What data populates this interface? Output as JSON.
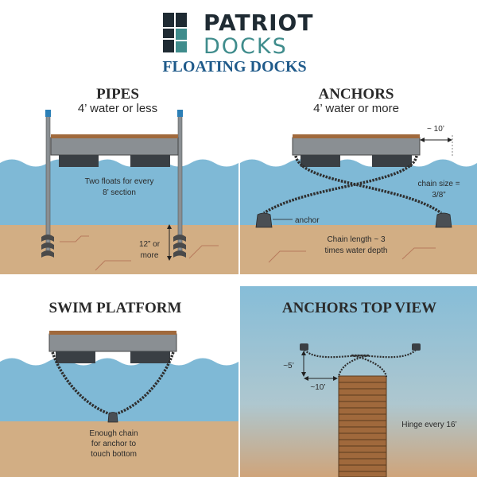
{
  "brand": {
    "line1": "PATRIOT",
    "line2": "DOCKS",
    "tagline": "FLOATING DOCKS"
  },
  "panels": {
    "pipes": {
      "title": "PIPES",
      "subtitle": "4’ water or less",
      "floats_note": [
        "Two floats for every",
        "8’ section"
      ],
      "depth_note": [
        "12” or",
        "more"
      ]
    },
    "anchors": {
      "title": "ANCHORS",
      "subtitle": "4’ water or more",
      "distance_label": "~ 10’",
      "chain_size": [
        "chain size =",
        "3/8”"
      ],
      "anchor_label": "anchor",
      "chain_length": [
        "Chain length ~ 3",
        "times water depth"
      ]
    },
    "swim": {
      "title": "SWIM PLATFORM",
      "chain_note": [
        "Enough chain",
        "for anchor to",
        "touch bottom"
      ]
    },
    "top_view": {
      "title": "ANCHORS TOP VIEW",
      "dim_vertical": "~5’",
      "dim_horizontal": "~10’",
      "hinge_note": "Hinge every 16’"
    }
  },
  "colors": {
    "water": "#7fb9d6",
    "sand": "#d2ae84",
    "dock_frame": "#8a8f93",
    "deck": "#a0693c",
    "brand_dark": "#1f2b33",
    "brand_teal": "#3f8c8c",
    "tagline_blue": "#1f5a8a"
  }
}
